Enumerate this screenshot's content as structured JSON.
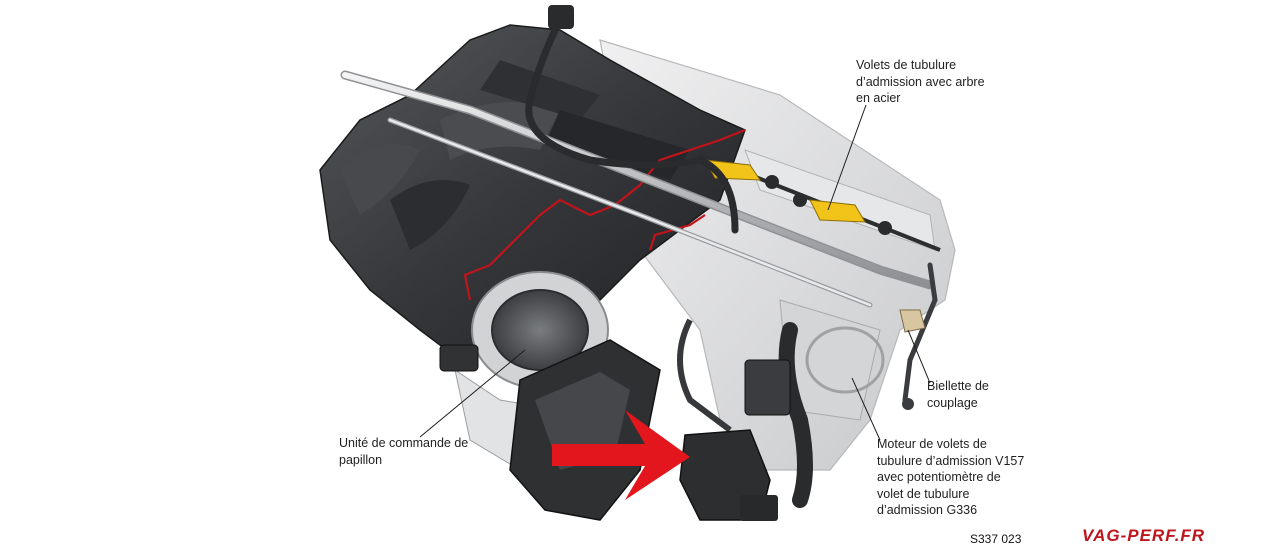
{
  "labels": {
    "volets": [
      "Volets de tubulure",
      "d’admission avec arbre",
      "en acier"
    ],
    "biellette": [
      "Biellette de",
      "couplage"
    ],
    "moteur": [
      "Moteur de volets de",
      "tubulure d’admission V157",
      "avec potentiomètre de",
      "volet de tubulure",
      "d’admission G336"
    ],
    "unite": [
      "Unité de commande de",
      "papillon"
    ],
    "reference": "S337  023"
  },
  "watermark": "VAG-PERF.FR",
  "colors": {
    "arrow": "#e3161d",
    "cut_edge": "#c0141b",
    "flap": "#f2c318",
    "manifold_dark": "#3a3c3f",
    "engine_light": "#d9dadc",
    "pipe_silver": "#c9cbcd"
  }
}
